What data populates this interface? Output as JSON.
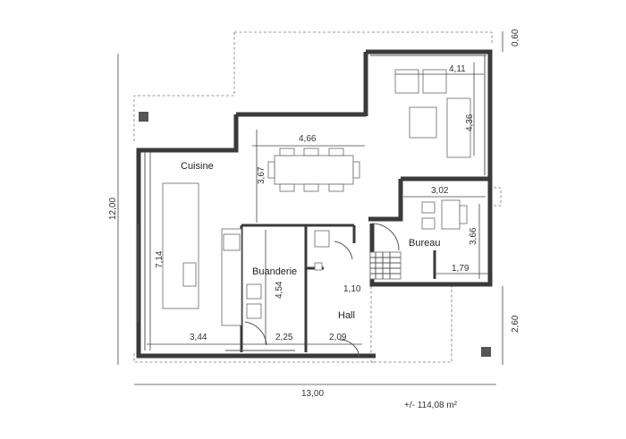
{
  "rooms": {
    "cuisine": "Cuisine",
    "buanderie": "Buanderie",
    "bureau": "Bureau",
    "hall": "Hall"
  },
  "dimensions": {
    "top_4_11": "4,11",
    "side_4_36": "4,36",
    "dining_4_66": "4,66",
    "dining_3_67": "3,67",
    "bureau_3_02": "3,02",
    "bureau_3_66": "3,66",
    "stair_1_79": "1,79",
    "cuisine_7_14": "7,14",
    "buanderie_4_54": "4,54",
    "hall_1_10": "1,10",
    "bottom_3_44": "3,44",
    "bottom_2_25": "2,25",
    "bottom_2_09": "2,09",
    "overall_width": "13,00",
    "overall_height": "12,00",
    "right_0_60": "0,60",
    "right_2_60": "2,60"
  },
  "area": "+/- 114,08 m²",
  "colors": {
    "wall": "#3a3a3a",
    "dim": "#444444",
    "dash": "#777777"
  }
}
